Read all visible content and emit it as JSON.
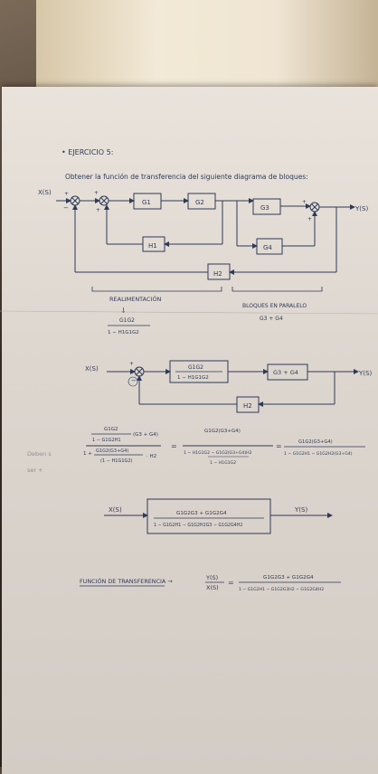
{
  "page": {
    "exercise_title": "• EJERCICIO 5:",
    "instruction": "Obtener la función de transferencia del siguiente diagrama de bloques:"
  },
  "diagram1": {
    "input": "X(S)",
    "output": "Y(S)",
    "blocks": {
      "g1": "G1",
      "g2": "G2",
      "g3": "G3",
      "g4": "G4",
      "h1": "H1",
      "h2": "H2"
    },
    "signs": {
      "plus": "+",
      "minus": "−"
    }
  },
  "annotations": {
    "feedback_label": "REALIMENTACIÓN",
    "feedback_arrow": "↓",
    "feedback_num": "G1G2",
    "feedback_den": "1 − H1G1G2",
    "parallel_label": "BLOQUES EN PARALELO",
    "parallel_expr": "G3 + G4"
  },
  "diagram2": {
    "input": "X(S)",
    "output": "Y(S)",
    "block1_num": "G1G2",
    "block1_den": "1 − H1G1G2",
    "block2": "G3 + G4",
    "feedback": "H2"
  },
  "algebra": {
    "side_note_1": "Deben s",
    "side_note_2": "ser +",
    "lhs_top_num": "G1G2",
    "lhs_top_den": "1 − G1G2H1",
    "lhs_top_factor": "(G3 + G4)",
    "lhs_bottom_num": "G1G2(G3+G4)",
    "lhs_bottom_den": "(1 − H1G1G2)",
    "lhs_bottom_factor": "· H2",
    "lhs_bottom_lead": "1 +",
    "mid_num": "G1G2(G3+G4)",
    "mid_den_num": "1 − H1G1G2 − G1G2(G3+G4)H2",
    "mid_den_den": "1 − H1G1G2",
    "rhs_num": "G1G2(G3+G4)",
    "rhs_den": "1 − G1G2H1 − G1G2H2(G3+G4)",
    "eq": "="
  },
  "diagram3": {
    "input": "X(S)",
    "output": "Y(S)",
    "block_num": "G1G2G3 + G1G2G4",
    "block_den": "1 − G1G2H1 − G1G2H2G3 − G1G2G4H2"
  },
  "final": {
    "label": "FUNCIÓN DE TRANSFERENCIA →",
    "ratio_num": "Y(S)",
    "ratio_den": "X(S)",
    "eq": "=",
    "result_num": "G1G2G3 + G1G2G4",
    "result_den": "1 − G1G2H1 − G1G2G3H2 − G1G2G4H2"
  },
  "colors": {
    "ink": "#2e3a56",
    "paper": "#e6e0d9"
  }
}
